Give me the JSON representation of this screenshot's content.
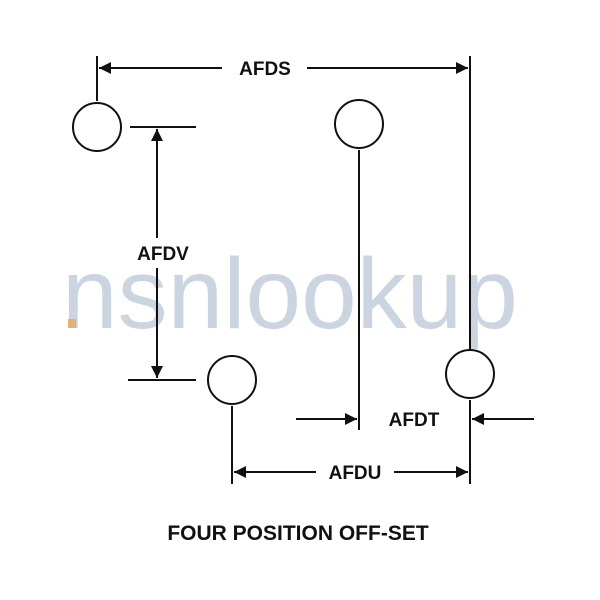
{
  "labels": {
    "afds": "AFDS",
    "afdv": "AFDV",
    "afdt": "AFDT",
    "afdu": "AFDU"
  },
  "caption": "FOUR POSITION OFF-SET",
  "watermark": {
    "text": "nsnlookup",
    "color": "#9fb2c9",
    "dot_color": "#f0a25a"
  },
  "colors": {
    "line": "#111111",
    "background": "#ffffff"
  }
}
